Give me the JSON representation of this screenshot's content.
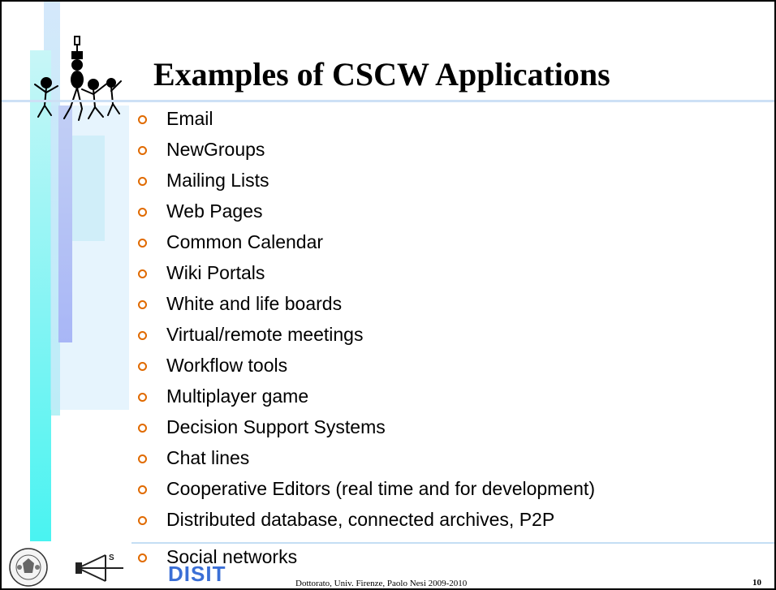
{
  "slide": {
    "title": "Examples of CSCW Applications",
    "bullets": [
      "Email",
      "NewGroups",
      "Mailing Lists",
      "Web Pages",
      "Common Calendar",
      "Wiki Portals",
      "White and life boards",
      "Virtual/remote meetings",
      "Workflow tools",
      "Multiplayer game",
      "Decision Support Systems",
      "Chat lines",
      "Cooperative Editors (real time and for development)",
      "Distributed database, connected archives, P2P",
      "Social networks"
    ],
    "footer": "Dottorato, Univ. Firenze, Paolo Nesi 2009-2010",
    "page_number": "10",
    "logo_text": "DISIT"
  },
  "icons": {
    "clipart": "dancing-people-icon",
    "seal": "university-seal-icon",
    "dsi_mark": "compass-logo-icon"
  },
  "colors": {
    "bullet": "#e06a00",
    "title_rule": "#cde0f5",
    "bar_cyan": "#49f3f1",
    "bar_purple": "#8f8ff2",
    "logo_blue": "#3b6fd6"
  }
}
